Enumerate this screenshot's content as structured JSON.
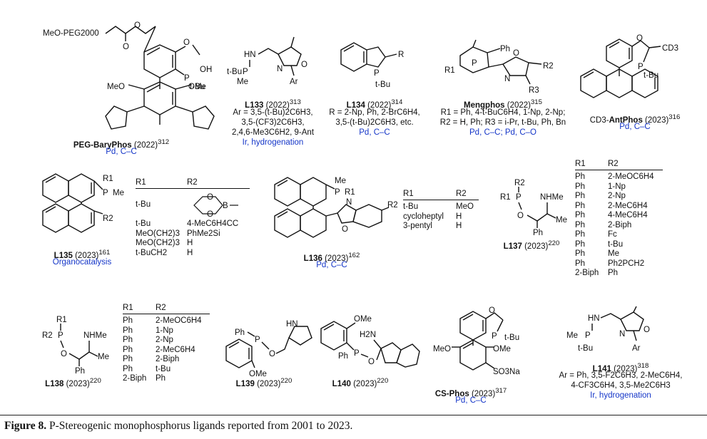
{
  "compounds": {
    "peg": {
      "peg_label": "MeO-PEG2000",
      "atoms": [
        "O",
        "O",
        "O",
        "O",
        "P",
        "t-Bu",
        "OH",
        "MeO",
        "OMe"
      ],
      "name": "PEG-BaryPhos",
      "year": "(2022)",
      "ref": "312",
      "application": "Pd, C–C"
    },
    "l133": {
      "atoms": [
        "HN",
        "P",
        "t-Bu",
        "Me",
        "N",
        "O",
        "Ar"
      ],
      "name": "L133",
      "year": "(2022)",
      "ref": "313",
      "lines": [
        "Ar = 3,5-(t-Bu)2C6H3,",
        "3,5-(CF3)2C6H3,",
        "2,4,6-Me3C6H2, 9-Ant"
      ],
      "application": "Ir, hydrogenation"
    },
    "l134": {
      "atoms": [
        "P",
        "t-Bu",
        "R"
      ],
      "name": "L134",
      "year": "(2022)",
      "ref": "314",
      "lines": [
        "R = 2-Np, Ph, 2-BrC6H4,",
        "3,5-(t-Bu)2C6H3, etc."
      ],
      "application": "Pd, C–C"
    },
    "mengphos": {
      "atoms": [
        "P",
        "Ph",
        "R1",
        "N",
        "O",
        "R2",
        "R3"
      ],
      "name": "Mengphos",
      "year": "(2022)",
      "ref": "315",
      "lines": [
        "R1 = Ph, 4-t-BuC6H4, 1-Np, 2-Np;",
        "R2 = H, Ph; R3 = i-Pr, t-Bu, Ph, Bn"
      ],
      "application": "Pd, C–C; Pd, C–O"
    },
    "antphos": {
      "atoms": [
        "O",
        "CD3",
        "P",
        "t-Bu"
      ],
      "name_prefix": "CD3-",
      "name": "AntPhos",
      "year": "(2023)",
      "ref": "316",
      "application": "Pd, C–C"
    },
    "l135": {
      "atoms": [
        "P",
        "R1",
        "Me",
        "R2"
      ],
      "name": "L135",
      "year": "(2023)",
      "ref": "161",
      "application": "Organocatalysis",
      "table": {
        "headers": [
          "R1",
          "R2"
        ],
        "rows": [
          [
            "t-Bu",
            ""
          ],
          [
            "t-Bu",
            "4-MeC6H4CC"
          ],
          [
            "MeO(CH2)3",
            "PhMe2Si"
          ],
          [
            "MeO(CH2)3",
            "H"
          ],
          [
            "t-BuCH2",
            "H"
          ]
        ],
        "boronate_atoms": [
          "O",
          "O",
          "B"
        ]
      }
    },
    "l136": {
      "atoms": [
        "Me",
        "P",
        "R1",
        "N",
        "O",
        "R2"
      ],
      "name": "L136",
      "year": "(2023)",
      "ref": "162",
      "application": "Pd, C–C",
      "table": {
        "headers": [
          "R1",
          "R2"
        ],
        "rows": [
          [
            "t-Bu",
            "MeO"
          ],
          [
            "cycloheptyl",
            "H"
          ],
          [
            "3-pentyl",
            "H"
          ]
        ]
      }
    },
    "l137": {
      "atoms": [
        "R2",
        "R1",
        "P",
        "O",
        "NHMe",
        "Me",
        "Ph"
      ],
      "name": "L137",
      "year": "(2023)",
      "ref": "220",
      "table": {
        "headers": [
          "R1",
          "R2"
        ],
        "rows": [
          [
            "Ph",
            "2-MeOC6H4"
          ],
          [
            "Ph",
            "1-Np"
          ],
          [
            "Ph",
            "2-Np"
          ],
          [
            "Ph",
            "2-MeC6H4"
          ],
          [
            "Ph",
            "4-MeC6H4"
          ],
          [
            "Ph",
            "2-Biph"
          ],
          [
            "Ph",
            "Fc"
          ],
          [
            "Ph",
            "t-Bu"
          ],
          [
            "Ph",
            "Me"
          ],
          [
            "Ph",
            "Ph2PCH2"
          ],
          [
            "2-Biph",
            "Ph"
          ]
        ]
      }
    },
    "l138": {
      "atoms": [
        "R1",
        "R2",
        "P",
        "NHMe",
        "O",
        "Me",
        "Ph"
      ],
      "name": "L138",
      "year": "(2023)",
      "ref": "220",
      "table": {
        "headers": [
          "R1",
          "R2"
        ],
        "rows": [
          [
            "Ph",
            "2-MeOC6H4"
          ],
          [
            "Ph",
            "1-Np"
          ],
          [
            "Ph",
            "2-Np"
          ],
          [
            "Ph",
            "2-MeC6H4"
          ],
          [
            "Ph",
            "2-Biph"
          ],
          [
            "Ph",
            "t-Bu"
          ],
          [
            "2-Biph",
            "Ph"
          ]
        ]
      }
    },
    "l139": {
      "atoms": [
        "Ph",
        "P",
        "O",
        "HN",
        "OMe"
      ],
      "name": "L139",
      "year": "(2023)",
      "ref": "220"
    },
    "l140": {
      "atoms": [
        "OMe",
        "H2N",
        "P",
        "Ph",
        "O"
      ],
      "name": "L140",
      "year": "(2023)",
      "ref": "220"
    },
    "csphos": {
      "atoms": [
        "O",
        "P",
        "t-Bu",
        "MeO",
        "OMe",
        "SO3Na"
      ],
      "name": "CS-Phos",
      "year": "(2023)",
      "ref": "317",
      "application": "Pd, C–C"
    },
    "l141": {
      "atoms": [
        "HN",
        "P",
        "Me",
        "t-Bu",
        "N",
        "O",
        "Ar"
      ],
      "name": "L141",
      "year": "(2023)",
      "ref": "318",
      "lines": [
        "Ar = Ph, 3,5-F2C6H3, 2-MeC6H4,",
        "4-CF3C6H4, 3,5-Me2C6H3"
      ],
      "application": "Ir, hydrogenation"
    }
  },
  "figure_caption": {
    "label": "Figure 8.",
    "text": "P-Stereogenic monophosphorus ligands reported from 2001 to 2023."
  },
  "colors": {
    "text": "#111111",
    "application": "#1536c8",
    "rule": "#222222"
  }
}
